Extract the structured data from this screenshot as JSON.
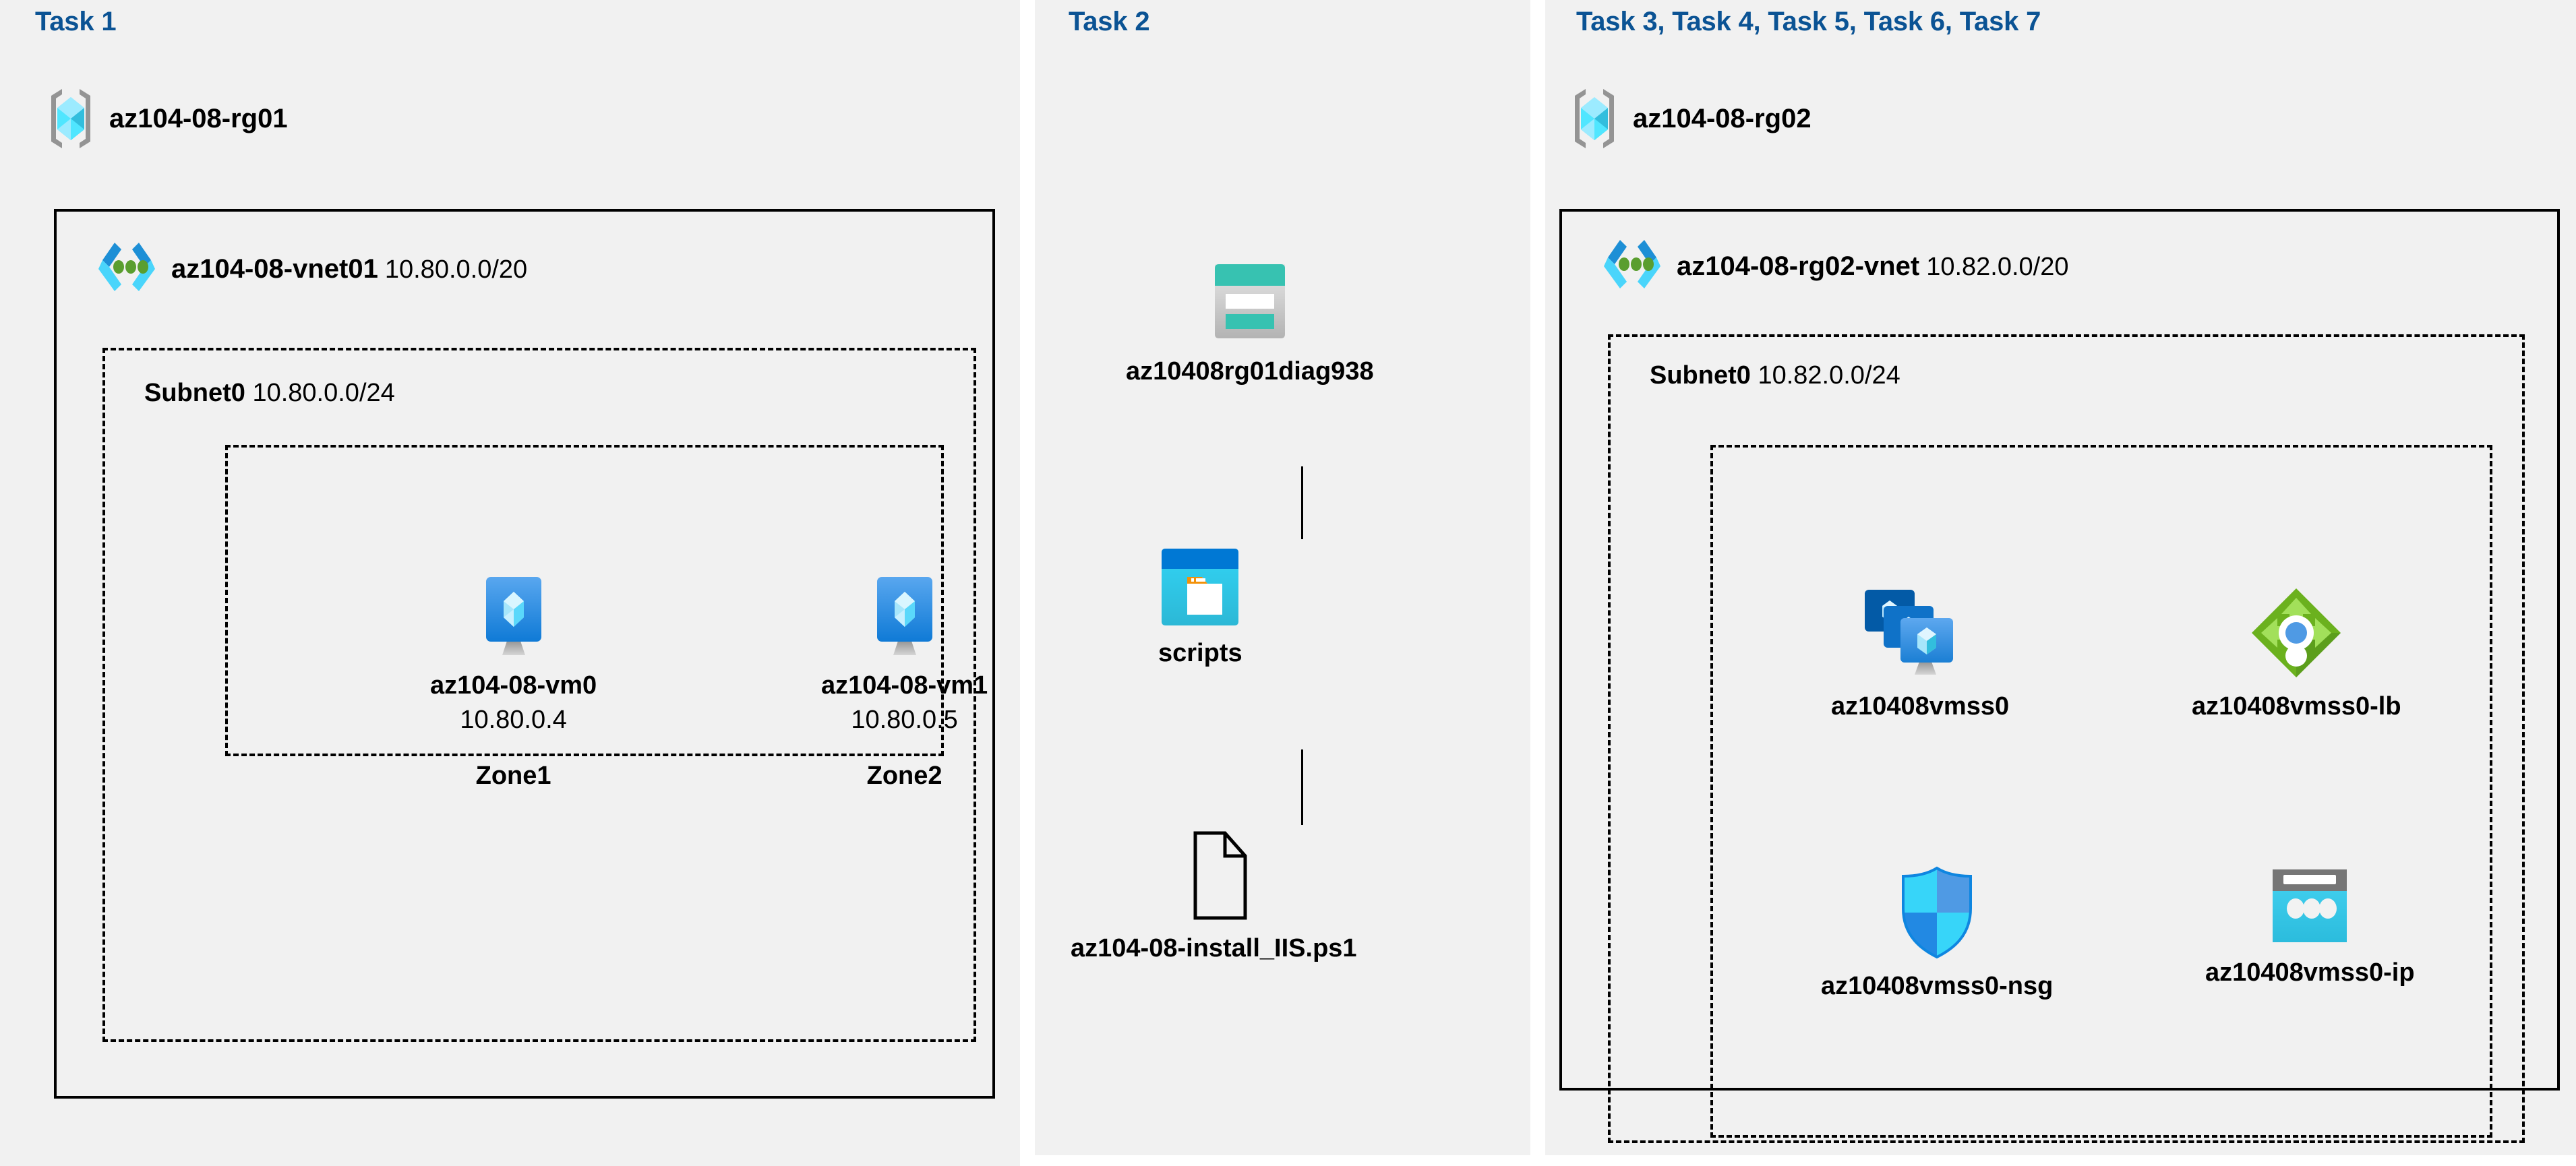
{
  "colors": {
    "panel_background": "#f1f1f1",
    "page_background": "#ffffff",
    "task_title": "#0b5394",
    "border": "#000000",
    "vm_blue_light": "#59a7ef",
    "vm_blue_dark": "#0f7ad6",
    "vnet_chevron_dark": "#1d8fd6",
    "vnet_chevron_light": "#4ad5fb",
    "vnet_dot_green": "#5a9e2f",
    "rg_bracket_grey": "#949494",
    "rg_cube_cyan": "#50e6ff",
    "storage_teal": "#37c2b1",
    "storage_teal_dark": "#1e8c7e",
    "blob_header_blue": "#0078d4",
    "blob_body_cyan": "#32bedd",
    "blob_tag_orange": "#f2910a",
    "lb_green": "#6bb11e",
    "lb_green_dark": "#5c9e1c",
    "lb_arrow_light": "#a2e05a",
    "lb_dot_blue": "#4f9ae4",
    "nsg_cyan": "#37d5f9",
    "nsg_blue": "#2289e3",
    "ip_grey": "#767676",
    "ip_cyan": "#32bedd"
  },
  "panels": {
    "task1": {
      "title": "Task 1",
      "resource_group": {
        "icon": "resource-group-icon",
        "name": "az104-08-rg01"
      },
      "vnet": {
        "icon": "virtual-network-icon",
        "name": "az104-08-vnet01",
        "cidr": "10.80.0.0/20"
      },
      "subnet": {
        "name": "Subnet0",
        "cidr": "10.80.0.0/24"
      },
      "vms": [
        {
          "icon": "virtual-machine-icon",
          "name": "az104-08-vm0",
          "ip": "10.80.0.4",
          "zone": "Zone1"
        },
        {
          "icon": "virtual-machine-icon",
          "name": "az104-08-vm1",
          "ip": "10.80.0.5",
          "zone": "Zone2"
        }
      ]
    },
    "task2": {
      "title": "Task 2",
      "chain": [
        {
          "icon": "storage-account-icon",
          "name": "az10408rg01diag938"
        },
        {
          "icon": "blob-container-icon",
          "name": "scripts"
        },
        {
          "icon": "file-icon",
          "name": "az104-08-install_IIS.ps1"
        }
      ]
    },
    "task37": {
      "title": "Task 3, Task 4, Task 5, Task 6, Task 7",
      "resource_group": {
        "icon": "resource-group-icon",
        "name": "az104-08-rg02"
      },
      "vnet": {
        "icon": "virtual-network-icon",
        "name": "az104-08-rg02-vnet",
        "cidr": "10.82.0.0/20"
      },
      "subnet": {
        "name": "Subnet0",
        "cidr": "10.82.0.0/24"
      },
      "resources": [
        {
          "icon": "vm-scale-set-icon",
          "name": "az10408vmss0"
        },
        {
          "icon": "load-balancer-icon",
          "name": "az10408vmss0-lb"
        },
        {
          "icon": "network-security-group-icon",
          "name": "az10408vmss0-nsg"
        },
        {
          "icon": "public-ip-address-icon",
          "name": "az10408vmss0-ip"
        }
      ]
    }
  }
}
